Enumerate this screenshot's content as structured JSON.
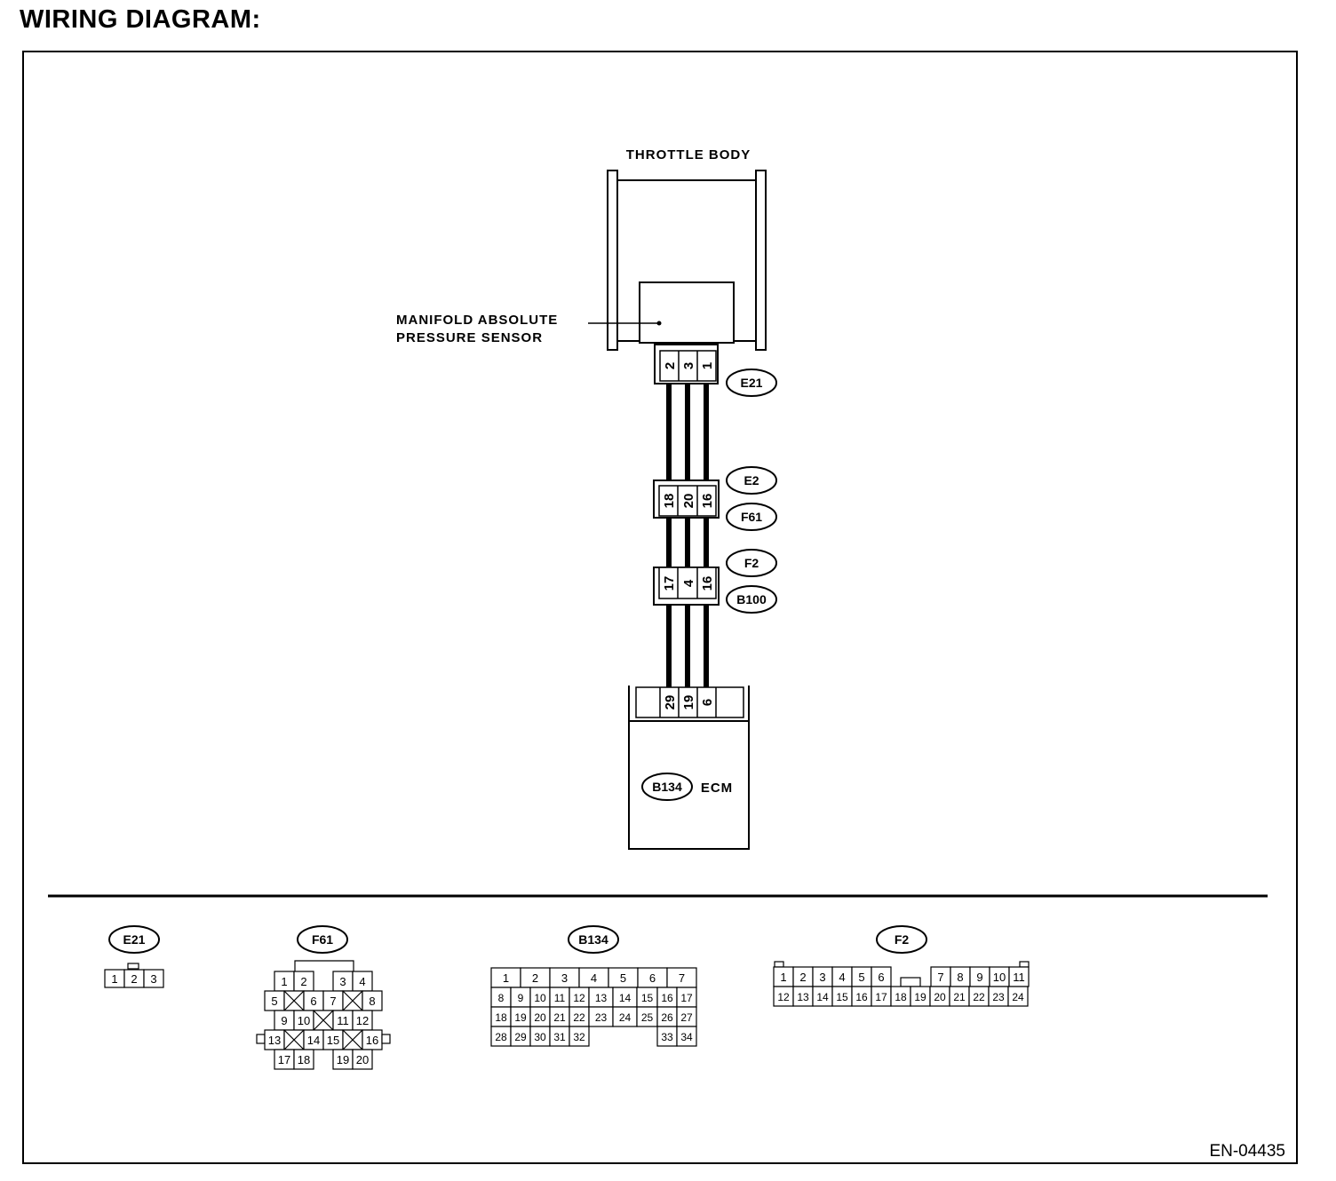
{
  "title": "WIRING DIAGRAM:",
  "figure_id": "EN-04435",
  "components": {
    "throttle_body": "THROTTLE BODY",
    "sensor_line1": "MANIFOLD ABSOLUTE",
    "sensor_line2": "PRESSURE SENSOR",
    "ecm": "ECM"
  },
  "connectors": {
    "e21": {
      "id": "E21",
      "pins": [
        "2",
        "3",
        "1"
      ]
    },
    "e2_f61": {
      "ids": [
        "E2",
        "F61"
      ],
      "pins": [
        "18",
        "20",
        "16"
      ]
    },
    "f2_b100": {
      "ids": [
        "F2",
        "B100"
      ],
      "pins": [
        "17",
        "4",
        "16"
      ]
    },
    "b134": {
      "id": "B134",
      "pins": [
        "29",
        "19",
        "6"
      ]
    }
  },
  "legend": {
    "e21": {
      "id": "E21",
      "rows": [
        [
          "1",
          "2",
          "3"
        ]
      ]
    },
    "f61": {
      "id": "F61",
      "rows": [
        [
          "1",
          "2",
          "3",
          "4"
        ],
        [
          "5",
          "6",
          "7",
          "8"
        ],
        [
          "9",
          "10",
          "11",
          "12"
        ],
        [
          "13",
          "14",
          "15",
          "16"
        ],
        [
          "17",
          "18",
          "19",
          "20"
        ]
      ]
    },
    "b134": {
      "id": "B134",
      "rows": [
        [
          "1",
          "2",
          "3",
          "4",
          "5",
          "6",
          "7"
        ],
        [
          "8",
          "9",
          "10",
          "11",
          "12",
          "13",
          "14",
          "15",
          "16",
          "17"
        ],
        [
          "18",
          "19",
          "20",
          "21",
          "22",
          "23",
          "24",
          "25",
          "26",
          "27"
        ],
        [
          "28",
          "29",
          "30",
          "31",
          "32",
          "33",
          "34"
        ]
      ]
    },
    "f2": {
      "id": "F2",
      "rows": [
        [
          "1",
          "2",
          "3",
          "4",
          "5",
          "6",
          "7",
          "8",
          "9",
          "10",
          "11"
        ],
        [
          "12",
          "13",
          "14",
          "15",
          "16",
          "17",
          "18",
          "19",
          "20",
          "21",
          "22",
          "23",
          "24"
        ]
      ]
    }
  }
}
